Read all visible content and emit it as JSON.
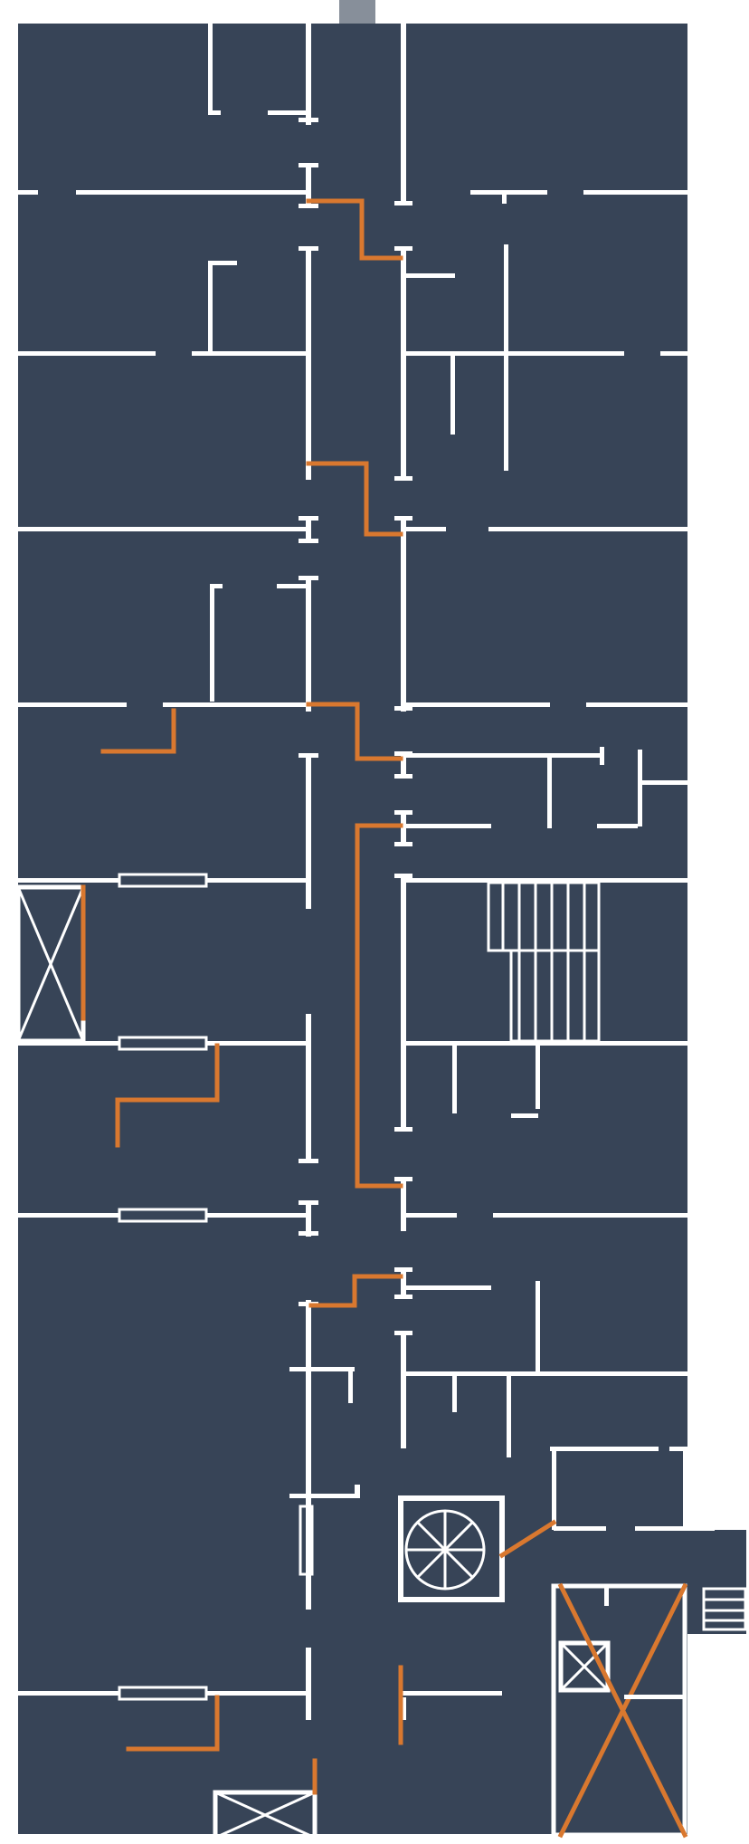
{
  "plan": {
    "colors": {
      "floor": "#374457",
      "wall": "#ffffff",
      "route": "#d9782f",
      "background": "#ffffff"
    },
    "features": {
      "stair_runs": 2,
      "spiral_stair": 1,
      "voids_crossed": 3
    }
  }
}
